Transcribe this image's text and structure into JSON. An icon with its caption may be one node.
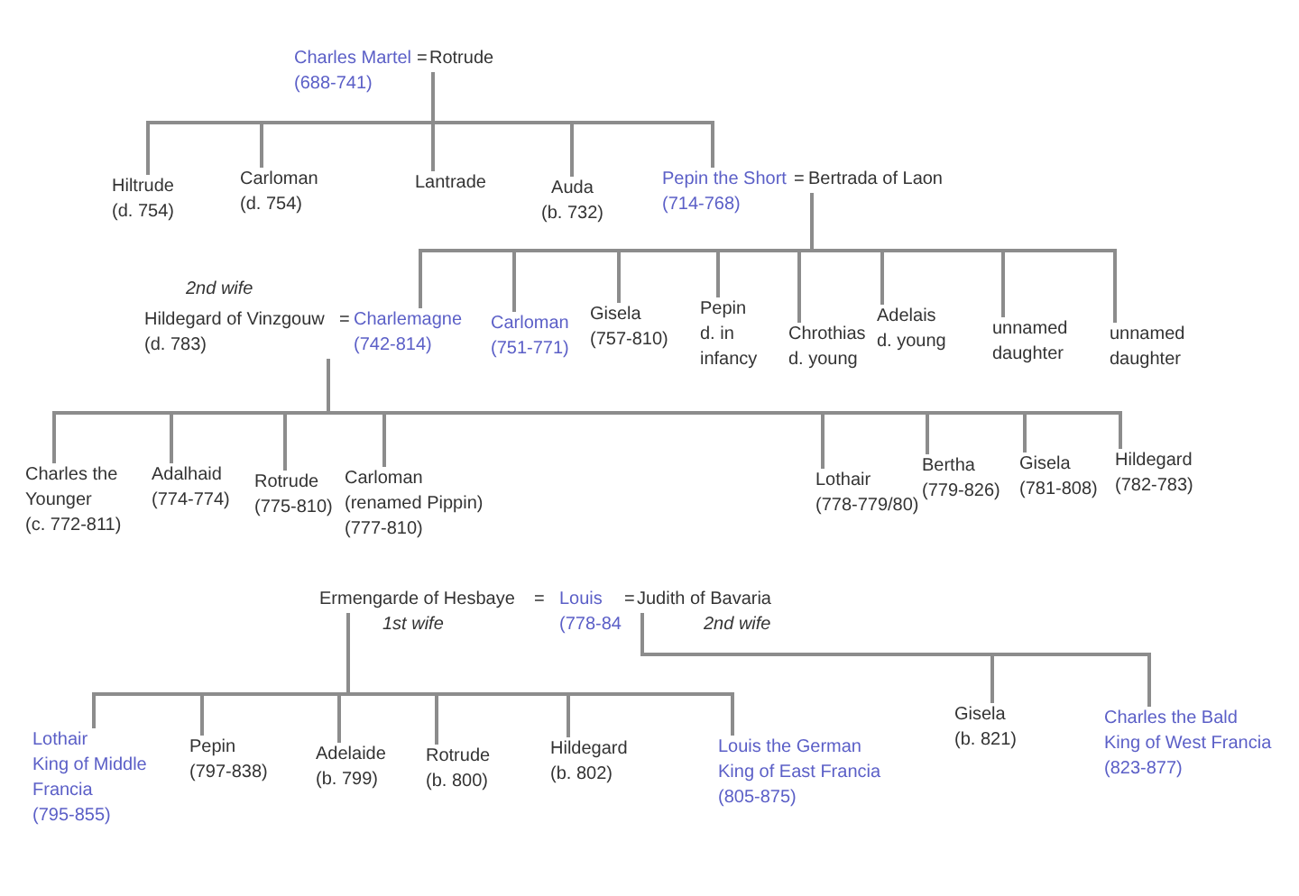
{
  "diagram": {
    "nodes": [
      {
        "text": [
          "Charles Martel",
          "(688-741)"
        ]
      },
      {
        "text": [
          "Rotrude"
        ]
      },
      {
        "text": [
          "Hiltrude",
          "(d. 754)"
        ]
      },
      {
        "text": [
          "Carloman",
          "(d. 754)"
        ]
      },
      {
        "text": [
          "Lantrade"
        ]
      },
      {
        "text": [
          "Auda",
          "(b. 732)"
        ]
      },
      {
        "text": [
          "Pepin the Short",
          "(714-768)"
        ]
      },
      {
        "text": [
          "Bertrada of Laon"
        ]
      },
      {
        "text": [
          "Hildegard of Vinzgouw",
          "(d. 783)"
        ],
        "beside": [
          "2nd wife"
        ]
      },
      {
        "text": [
          "Charlemagne",
          "(742-814)"
        ]
      },
      {
        "text": [
          "Carloman",
          "(751-771)"
        ]
      },
      {
        "text": [
          "Gisela",
          "(757-810)"
        ]
      },
      {
        "text": [
          "Pepin",
          "d. in infancy"
        ]
      },
      {
        "text": [
          "Chrothias",
          "d. young"
        ]
      },
      {
        "text": [
          "Adelais",
          "d. young"
        ]
      },
      {
        "text": [
          "unnamed daughter"
        ]
      },
      {
        "text": [
          "unnamed daughter"
        ]
      },
      {
        "text": [
          "Charles the Younger",
          "(c. 772-811)"
        ]
      },
      {
        "text": [
          "Adalhaid",
          "(774-774)"
        ]
      },
      {
        "text": [
          "Rotrude",
          "(775-810)"
        ]
      },
      {
        "text": [
          "Carloman",
          "(renamed Pippin)",
          "(777-810)"
        ]
      },
      {
        "text": [
          "Lothair",
          "(778-779/80)"
        ]
      },
      {
        "text": [
          "Bertha",
          "(779-826)"
        ]
      },
      {
        "text": [
          "Gisela",
          "(781-808)"
        ]
      },
      {
        "text": [
          "Hildegard",
          "(782-783)"
        ]
      },
      {
        "text": [
          "Ermengarde of Hesbaye"
        ],
        "beside": [
          "1st wife"
        ]
      },
      {
        "text": [
          "Louis",
          "(778-84"
        ]
      },
      {
        "text": [
          "Judith of Bavaria"
        ],
        "beside": [
          "2nd wife"
        ]
      },
      {
        "text": [
          "Lothair",
          "King of Middle Francia",
          "(795-855)"
        ]
      },
      {
        "text": [
          "Pepin",
          "(797-838)"
        ]
      },
      {
        "text": [
          "Adelaide",
          "(b. 799)"
        ]
      },
      {
        "text": [
          "Rotrude",
          "(b. 800)"
        ]
      },
      {
        "text": [
          "Hildegard",
          "(b. 802)"
        ]
      },
      {
        "text": [
          "Louis the German",
          "King of East Francia",
          "(805-875)"
        ]
      },
      {
        "text": [
          "Gisela",
          "(b. 821)"
        ]
      },
      {
        "text": [
          "Charles the Bald",
          "King of West Francia",
          "(823-877)"
        ]
      }
    ],
    "edges": [
      {
        "from": 1,
        "to": 2,
        "arrow": "none"
      },
      {
        "from": 1,
        "to": 3,
        "arrow": "none"
      },
      {
        "from": 1,
        "to": 4,
        "arrow": "none"
      },
      {
        "from": 1,
        "to": 5,
        "arrow": "none"
      },
      {
        "from": 1,
        "to": 6,
        "arrow": "none"
      },
      {
        "from": 7,
        "to": 9,
        "arrow": "none"
      },
      {
        "from": 7,
        "to": 10,
        "arrow": "none"
      },
      {
        "from": 7,
        "to": 11,
        "arrow": "none"
      },
      {
        "from": 7,
        "to": 12,
        "arrow": "none"
      },
      {
        "from": 7,
        "to": 13,
        "arrow": "none"
      },
      {
        "from": 7,
        "to": 14,
        "arrow": "none"
      },
      {
        "from": 7,
        "to": 15,
        "arrow": "none"
      },
      {
        "from": 7,
        "to": 16,
        "arrow": "none"
      },
      {
        "from": 8,
        "to": 17,
        "arrow": "none"
      },
      {
        "from": 8,
        "to": 18,
        "arrow": "none"
      },
      {
        "from": 8,
        "to": 19,
        "arrow": "none"
      },
      {
        "from": 8,
        "to": 20,
        "arrow": "none"
      },
      {
        "from": 8,
        "to": 21,
        "arrow": "none"
      },
      {
        "from": 8,
        "to": 22,
        "arrow": "none"
      },
      {
        "from": 8,
        "to": 23,
        "arrow": "none"
      },
      {
        "from": 8,
        "to": 24,
        "arrow": "none"
      },
      {
        "from": 25,
        "to": 28,
        "arrow": "none"
      },
      {
        "from": 25,
        "to": 29,
        "arrow": "none"
      },
      {
        "from": 25,
        "to": 30,
        "arrow": "none"
      },
      {
        "from": 25,
        "to": 31,
        "arrow": "none"
      },
      {
        "from": 25,
        "to": 32,
        "arrow": "none"
      },
      {
        "from": 25,
        "to": 33,
        "arrow": "none"
      },
      {
        "from": 27,
        "to": 34,
        "arrow": "none"
      },
      {
        "from": 27,
        "to": 35,
        "arrow": "none"
      }
    ],
    "labels": [
      "=",
      "=",
      "=",
      "=",
      "="
    ]
  }
}
